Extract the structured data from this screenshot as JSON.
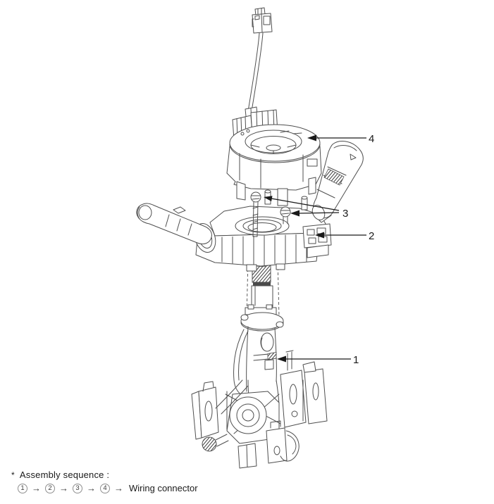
{
  "colors": {
    "background": "#ffffff",
    "line": "#4f4f4f",
    "callout_line": "#1a1a1a",
    "text": "#1a1a1a",
    "sequence_circle_border": "#8f8f8f",
    "sequence_text": "#3d3d3d"
  },
  "figure": {
    "callouts": {
      "c1": "1",
      "c2": "2",
      "c3": "3",
      "c4": "4"
    }
  },
  "footer": {
    "marker": "*",
    "title": "Assembly sequence :",
    "steps": [
      "1",
      "2",
      "3",
      "4"
    ],
    "arrow": "→",
    "tail": "Wiring connector"
  }
}
